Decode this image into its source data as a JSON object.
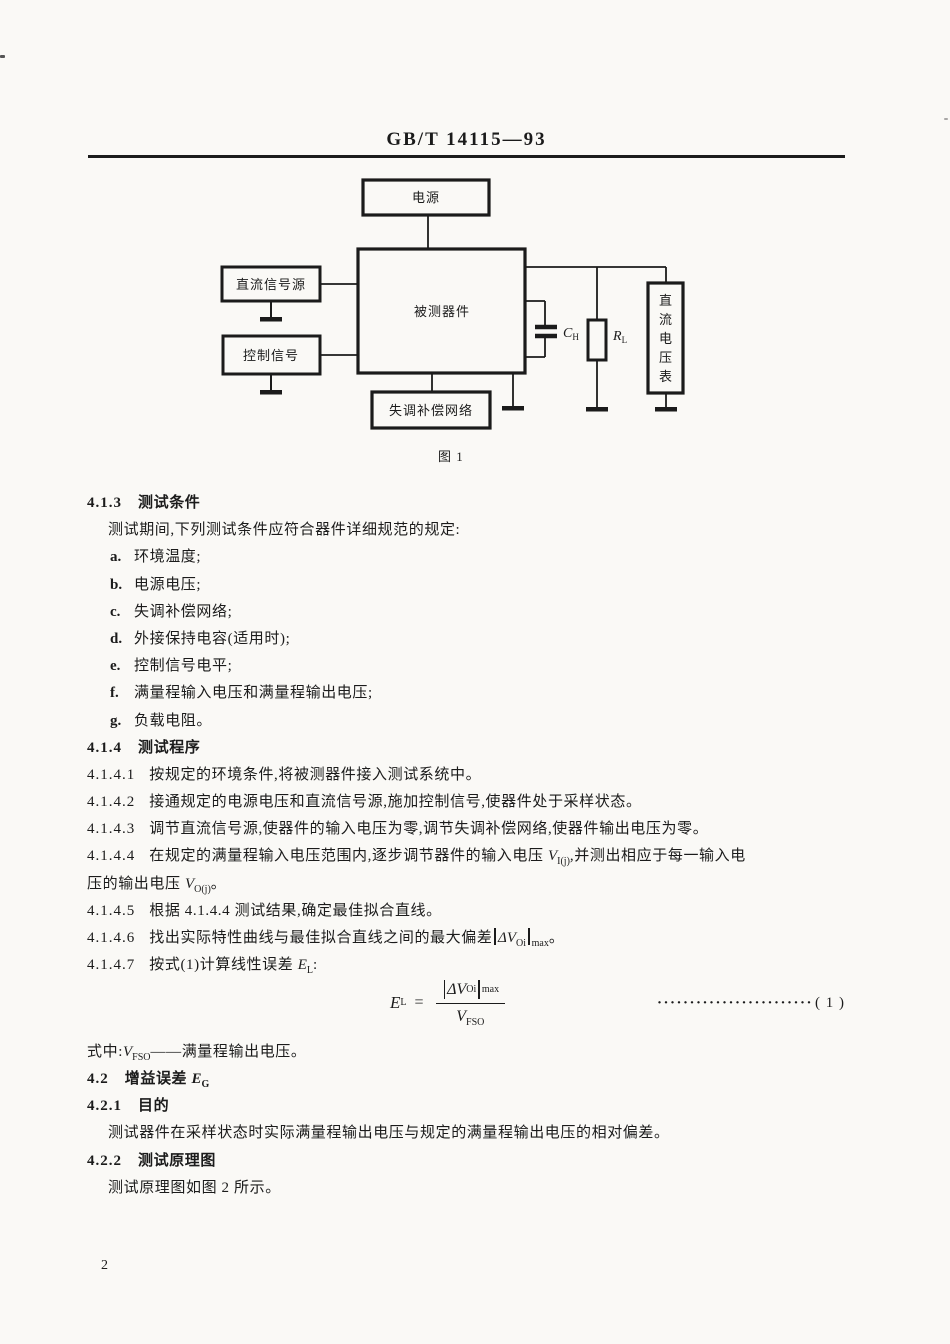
{
  "header": {
    "title": "GB/T 14115—93"
  },
  "footer": {
    "page_number": "2"
  },
  "figure1": {
    "caption": "图 1",
    "power_box": "电源",
    "dut_box": "被测器件",
    "dc_source_box": "直流信号源",
    "control_box": "控制信号",
    "offset_box": "失调补偿网络",
    "voltmeter": "直流电压表",
    "cap_main": "C",
    "cap_sub": "H",
    "res_main": "R",
    "res_sub": "L"
  },
  "s413": {
    "num": "4.1.3",
    "title": "测试条件"
  },
  "s413_intro": "测试期间,下列测试条件应符合器件详细规范的规定:",
  "cond_list": [
    {
      "marker": "a.",
      "text": "环境温度;"
    },
    {
      "marker": "b.",
      "text": "电源电压;"
    },
    {
      "marker": "c.",
      "text": "失调补偿网络;"
    },
    {
      "marker": "d.",
      "text": "外接保持电容(适用时);"
    },
    {
      "marker": "e.",
      "text": "控制信号电平;"
    },
    {
      "marker": "f.",
      "text": "满量程输入电压和满量程输出电压;"
    },
    {
      "marker": "g.",
      "text": "负载电阻。"
    }
  ],
  "s414": {
    "num": "4.1.4",
    "title": "测试程序"
  },
  "steps": {
    "s1": {
      "num": "4.1.4.1",
      "text": "按规定的环境条件,将被测器件接入测试系统中。"
    },
    "s2": {
      "num": "4.1.4.2",
      "text": "接通规定的电源电压和直流信号源,施加控制信号,使器件处于采样状态。"
    },
    "s3": {
      "num": "4.1.4.3",
      "text": "调节直流信号源,使器件的输入电压为零,调节失调补偿网络,使器件输出电压为零。"
    },
    "s4": {
      "num": "4.1.4.4",
      "t1": "在规定的满量程输入电压范围内,逐步调节器件的输入电压 ",
      "v1": "V",
      "v1sub": "I(j)",
      "t2": ",并测出相应于每一输入电",
      "t3": "压的输出电压 ",
      "v2": "V",
      "v2sub": "O(j)",
      "t4": "。"
    },
    "s5": {
      "num": "4.1.4.5",
      "text": "根据 4.1.4.4 测试结果,确定最佳拟合直线。"
    },
    "s6": {
      "num": "4.1.4.6",
      "t1": "找出实际特性曲线与最佳拟合直线之间的最大偏差",
      "v": "ΔV",
      "vsub": "Oi",
      "max": "max",
      "t2": "。"
    },
    "s7": {
      "num": "4.1.4.7",
      "t1": "按式(1)计算线性误差 ",
      "e": "E",
      "esub": "L",
      "t2": ":"
    }
  },
  "formula": {
    "lhs": "E",
    "lhs_sub": "L",
    "eq": "=",
    "num_v": "ΔV",
    "num_sub": "Oi",
    "num_max": "max",
    "den_v": "V",
    "den_sub": "FSO",
    "dots": "························",
    "number": "( 1 )"
  },
  "where": {
    "prefix": "式中:",
    "v": "V",
    "vsub": "FSO",
    "dash": "——",
    "text": "满量程输出电压。"
  },
  "s42": {
    "num": "4.2",
    "title": "增益误差 ",
    "e": "E",
    "esub": "G"
  },
  "s421": {
    "num": "4.2.1",
    "title": "目的"
  },
  "s421_text": "测试器件在采样状态时实际满量程输出电压与规定的满量程输出电压的相对偏差。",
  "s422": {
    "num": "4.2.2",
    "title": "测试原理图"
  },
  "s422_text": "测试原理图如图 2 所示。"
}
